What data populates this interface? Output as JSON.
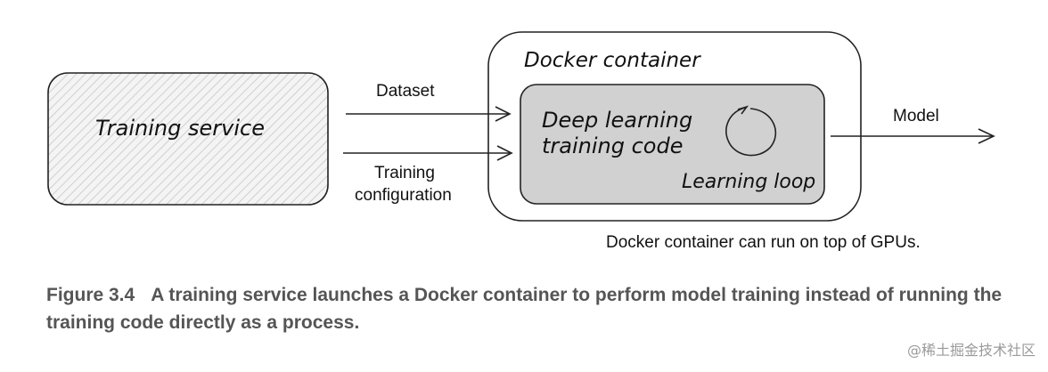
{
  "diagram": {
    "training_service_label": "Training service",
    "docker_container_label": "Docker container",
    "training_code_label_line1": "Deep learning",
    "training_code_label_line2": "training code",
    "learning_loop_label": "Learning loop",
    "dataset_label": "Dataset",
    "training_config_label_line1": "Training",
    "training_config_label_line2": "configuration",
    "model_label": "Model",
    "gpu_note": "Docker container can run on top of GPUs."
  },
  "caption": {
    "figure_number": "Figure 3.4",
    "text": "A training service launches a Docker container to perform model training instead of running the training code directly as a process."
  },
  "watermark": "@稀土掘金技术社区"
}
